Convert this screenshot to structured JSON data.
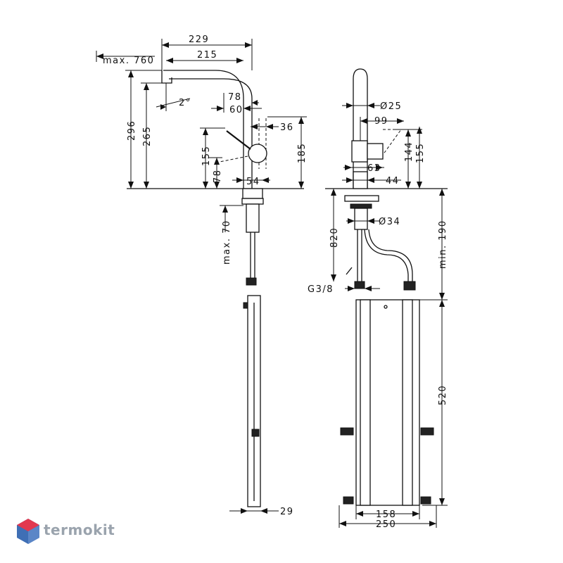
{
  "brand": {
    "name": "termokit",
    "colors": {
      "hex_red": "#e2384f",
      "hex_blue": "#3f6fb5",
      "text": "#9aa3ad"
    }
  },
  "dimensions": {
    "max760": "max. 760",
    "d229": "229",
    "d215": "215",
    "angle2": "2°",
    "d296": "296",
    "d265": "265",
    "d78top": "78",
    "d60": "60",
    "d36": "36",
    "d185": "185",
    "d155left": "155",
    "d78left": "78",
    "d54": "54",
    "max70": "max. 70",
    "d29": "29",
    "dia25": "Ø25",
    "d99": "99",
    "d144": "144",
    "d155right": "155",
    "d63": "63",
    "d44": "44",
    "d820": "820",
    "dia34": "Ø34",
    "min190": "min. 190",
    "g38": "G3/8",
    "d520": "520",
    "d158": "158",
    "d250": "250"
  }
}
